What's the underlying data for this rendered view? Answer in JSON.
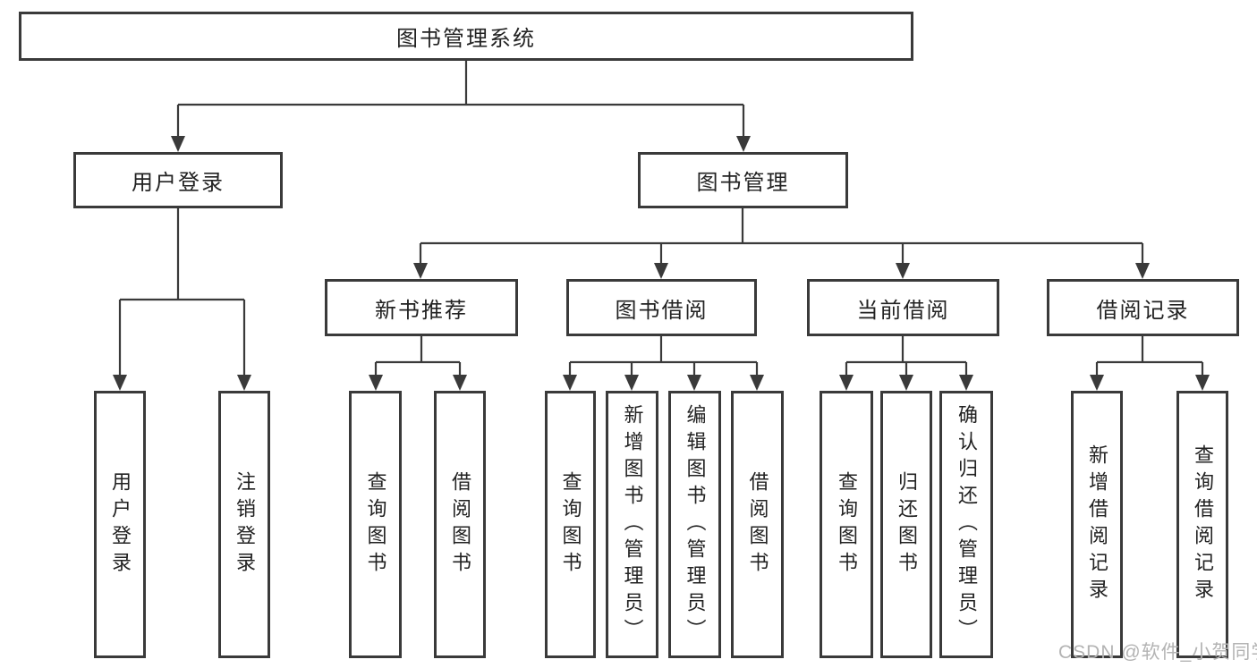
{
  "colors": {
    "line": "#3a3a3a",
    "box_border": "#3a3a3a",
    "text": "#222222",
    "watermark": "#b3b3b3",
    "background": "#ffffff"
  },
  "root": {
    "label": "图书管理系统"
  },
  "level2": {
    "user_login": {
      "label": "用户登录"
    },
    "book_management": {
      "label": "图书管理"
    }
  },
  "user_login_children": {
    "login": {
      "label": "用户登录"
    },
    "logout": {
      "label": "注销登录"
    }
  },
  "book_management_children": {
    "new_book_recommend": {
      "label": "新书推荐"
    },
    "book_borrow": {
      "label": "图书借阅"
    },
    "current_borrow": {
      "label": "当前借阅"
    },
    "borrow_records": {
      "label": "借阅记录"
    }
  },
  "new_book_recommend_children": {
    "query_books": {
      "label": "查询图书"
    },
    "borrow_books": {
      "label": "借阅图书"
    }
  },
  "book_borrow_children": {
    "query_books": {
      "label": "查询图书"
    },
    "add_books": {
      "label": "新增图书（管理员）"
    },
    "edit_books": {
      "label": "编辑图书（管理员）"
    },
    "borrow_books": {
      "label": "借阅图书"
    }
  },
  "current_borrow_children": {
    "query_books": {
      "label": "查询图书"
    },
    "return_books": {
      "label": "归还图书"
    },
    "confirm_return": {
      "label": "确认归还（管理员）"
    }
  },
  "borrow_records_children": {
    "add_record": {
      "label": "新增借阅记录"
    },
    "query_record": {
      "label": "查询借阅记录"
    }
  },
  "watermark": {
    "text": "CSDN @软件_小贺同学"
  }
}
